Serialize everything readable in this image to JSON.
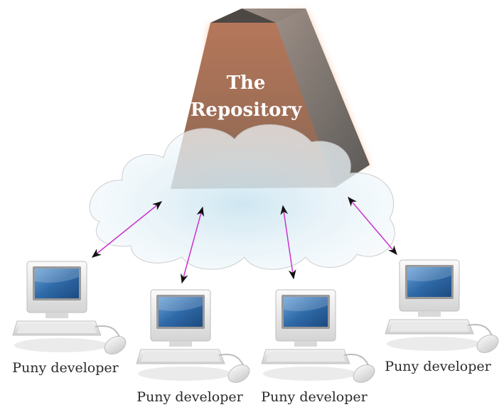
{
  "repository": {
    "title_line1": "The",
    "title_line2": "Repository"
  },
  "developers": [
    {
      "label": "Puny developer"
    },
    {
      "label": "Puny developer"
    },
    {
      "label": "Puny developer"
    },
    {
      "label": "Puny developer"
    }
  ],
  "colors": {
    "repo_front": "#b07a5a",
    "repo_side": "#6e6e6e",
    "repo_glow": "#ff9a5a",
    "cloud_core": "#cfe6f2",
    "arrow_line": "#cc33cc",
    "screen": "#2f6aa8"
  },
  "icons": [
    "repository-icon",
    "cloud-icon",
    "computer-icon",
    "mouse-icon"
  ]
}
